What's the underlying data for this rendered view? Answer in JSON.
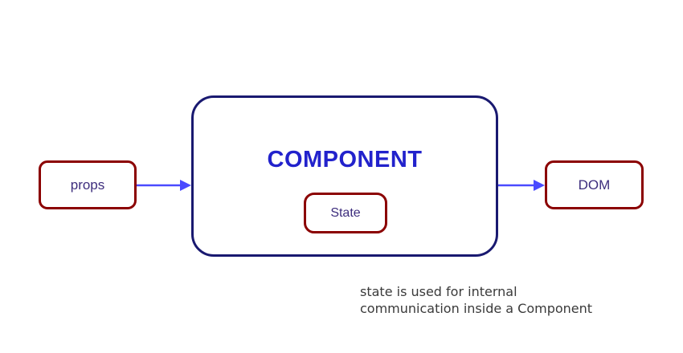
{
  "diagram": {
    "component": {
      "label": "COMPONENT"
    },
    "props": {
      "label": "props"
    },
    "state": {
      "label": "State"
    },
    "dom": {
      "label": "DOM"
    },
    "caption": {
      "lines": [
        "state is used for internal",
        "communication inside a Component"
      ]
    },
    "colors": {
      "component_border": "#191970",
      "component_label": "#2222cc",
      "node_border": "#8b0000",
      "node_label": "#3d2d7d",
      "arrow": "#4a4aff",
      "caption_text": "#3a3a3a"
    }
  }
}
